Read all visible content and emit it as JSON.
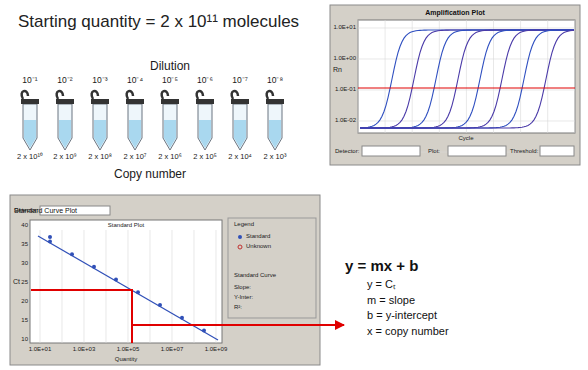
{
  "diagram": {
    "title": "Starting quantity = 2 x 10¹¹ molecules",
    "nodes": [
      {
        "text": [
          "Amplification Plot"
        ]
      },
      {
        "text": [
          "Standard Curve Plot"
        ]
      },
      {
        "text": [
          "y = mx + b",
          "y = Cₜ",
          "m = slope",
          "b = y-intercept",
          "x = copy number"
        ]
      }
    ],
    "edges": [
      {
        "from": 1,
        "to": 2,
        "arrow": "to"
      }
    ],
    "labels": [
      "Dilution",
      "10⁻¹",
      "10⁻²",
      "10⁻³",
      "10⁻⁴",
      "10⁻⁵",
      "10⁻⁶",
      "10⁻⁷",
      "10⁻⁸",
      "2 x 10¹⁰",
      "2 x 10⁹",
      "2 x 10⁸",
      "2 x 10⁷",
      "2 x 10⁶",
      "2 x 10⁵",
      "2 x 10⁴",
      "2 x 10³",
      "Copy number",
      "Rn",
      "Cycle",
      "Detector:",
      "Plot:",
      "Threshold:",
      "1.0E+01",
      "1.0E+00",
      "1.0E-01",
      "1.0E-02",
      "Detector:",
      "Standard Plot",
      "Ct",
      "Quantity",
      "Legend",
      "Standard",
      "Unknown",
      "Standard Curve",
      "Slope:",
      "Y-Inter:",
      "R²:",
      "1.0E+01",
      "1.0E+03",
      "1.0E+05",
      "1.0E+07",
      "1.0E+09",
      "40",
      "35",
      "30",
      "25",
      "20",
      "15",
      "10"
    ]
  }
}
